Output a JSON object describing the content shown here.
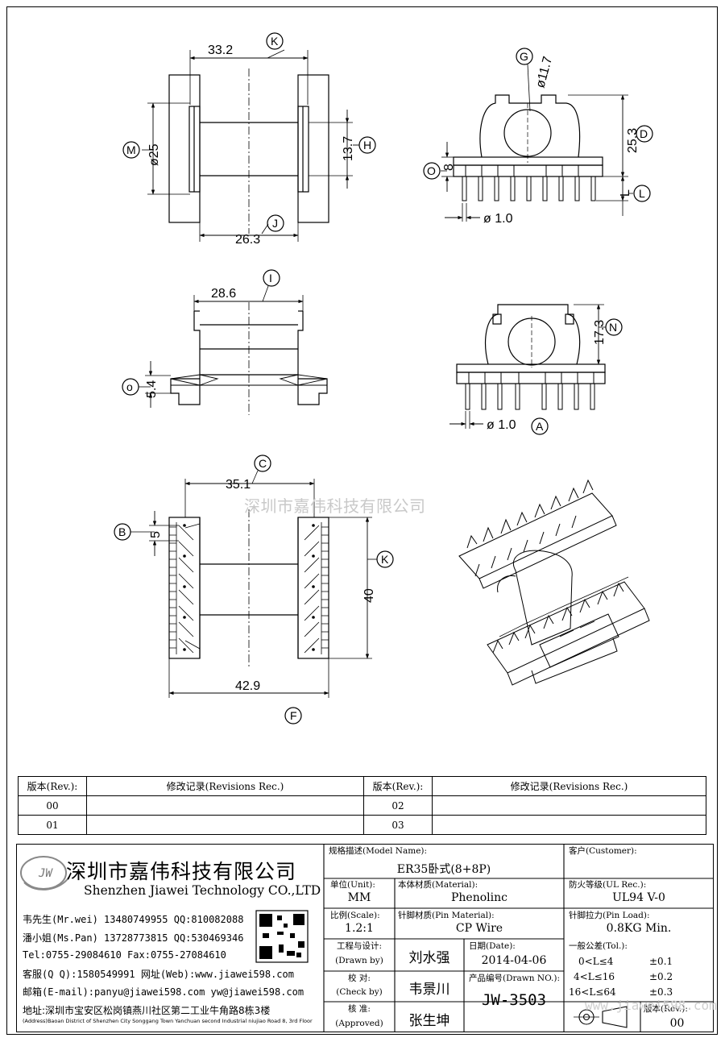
{
  "watermark": "深圳市嘉伟科技有限公司",
  "watermark_url": "www.jiawei598.com",
  "top_left_view": {
    "dims": {
      "width_top": "33.2",
      "width_bottom": "26.3",
      "dia": "ø25",
      "height": "13.7"
    },
    "callouts": {
      "top": "K",
      "left": "M",
      "right": "H",
      "bottom": "J"
    }
  },
  "top_right_view": {
    "dims": {
      "hole": "ø11.7",
      "height": "25.3",
      "base": "8",
      "pin": "ø 1.0"
    },
    "callouts": {
      "hole": "G",
      "right": "D",
      "left": "O",
      "pin_len": "L"
    },
    "pin_len_label": "L"
  },
  "mid_left_view": {
    "dims": {
      "width": "28.6",
      "height": "5.4"
    },
    "callouts": {
      "top": "I",
      "left": "o"
    }
  },
  "mid_right_view": {
    "dims": {
      "height": "17.3",
      "pin": "ø 1.0"
    },
    "callouts": {
      "right": "N",
      "pin": "A"
    }
  },
  "bottom_left_view": {
    "dims": {
      "inner": "35.1",
      "pitch": "5",
      "length": "40",
      "outer": "42.9"
    },
    "callouts": {
      "top": "C",
      "left": "B",
      "right": "K",
      "bottom": "F"
    }
  },
  "revision_table": {
    "headers": [
      "版本(Rev.):",
      "修改记录(Revisions Rec.)",
      "版本(Rev.):",
      "修改记录(Revisions Rec.)"
    ],
    "rows": [
      [
        "00",
        "",
        "02",
        ""
      ],
      [
        "01",
        "",
        "03",
        ""
      ]
    ]
  },
  "company": {
    "logo_text": "JW",
    "name_cn": "深圳市嘉伟科技有限公司",
    "name_en": "Shenzhen Jiawei Technology CO.,LTD",
    "contacts": [
      "韦先生(Mr.wei) 13480749955 QQ:810082088",
      "潘小姐(Ms.Pan) 13728773815 QQ:530469346",
      "Tel:0755-29084610     Fax:0755-27084610",
      "客服(Q Q):1580549991   网址(Web):www.jiawei598.com",
      "邮箱(E-mail):panyu@jiawei598.com  yw@jiawei598.com"
    ],
    "address_cn": "地址:深圳市宝安区松岗镇燕川社区第二工业牛角路8栋3楼",
    "address_en": "(Address)Baoan District of Shenzhen City Songgang Town Yanchuan  second Industrial niujiao Road 8, 3rd Floor"
  },
  "title_block": {
    "model_label": "规格描述(Model Name):",
    "model_value": "ER35卧式(8+8P)",
    "customer_label": "客户(Customer):",
    "customer_value": "",
    "unit_label": "单位(Unit):",
    "unit_value": "MM",
    "material_label": "本体材质(Material):",
    "material_value": "Phenolinc",
    "ul_label": "防火等级(UL Rec.):",
    "ul_value": "UL94 V-0",
    "scale_label": "比例(Scale):",
    "scale_value": "1.2:1",
    "pin_mat_label": "针脚材质(Pin Material):",
    "pin_mat_value": "CP Wire",
    "pin_load_label": "针脚拉力(Pin Load):",
    "pin_load_value": "0.8KG Min.",
    "drawn_label": "工程与设计:",
    "drawn_label2": "(Drawn by)",
    "drawn_value": "刘水强",
    "date_label": "日期(Date):",
    "date_value": "2014-04-06",
    "check_label": "校  对:",
    "check_label2": "(Check by)",
    "check_value": "韦景川",
    "drawn_no_label": "产品编号(Drawn NO.):",
    "drawn_no_value": "JW-3503",
    "approve_label": "核  准:",
    "approve_label2": "(Approved)",
    "approve_value": "张生坤",
    "tol_label": "一般公差(Tol.):",
    "tol_rows": [
      [
        "0<L≤4",
        "±0.1"
      ],
      [
        "4<L≤16",
        "±0.2"
      ],
      [
        "16<L≤64",
        "±0.3"
      ]
    ],
    "rev_label": "版本(Rev.):",
    "rev_value": "00"
  }
}
